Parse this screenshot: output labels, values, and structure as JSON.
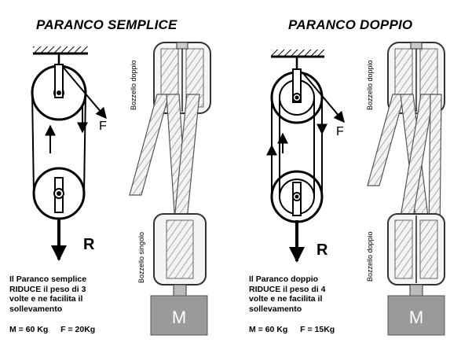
{
  "left": {
    "title": "PARANCO SEMPLICE",
    "force_label": "F",
    "load_label": "R",
    "block_top_label": "Bozzello doppio",
    "block_bottom_label": "Bozzello singolo",
    "mass_label": "M",
    "desc_line1": "Il Paranco semplice",
    "desc_bold": "RIDUCE",
    "desc_line2_rest": " il peso di 3",
    "desc_line3": "volte e ne facilita il",
    "desc_line4": "sollevamento",
    "formula_m": "M = 60 Kg",
    "formula_f": "F = 20Kg"
  },
  "right": {
    "title": "PARANCO DOPPIO",
    "force_label": "F",
    "load_label": "R",
    "block_top_label": "Bozzello doppio",
    "block_bottom_label": "Bozzello doppio",
    "mass_label": "M",
    "desc_line1": "Il Paranco doppio",
    "desc_bold": "RIDUCE",
    "desc_line2_rest": " il peso di 4",
    "desc_line3": "volte e ne facilita il",
    "desc_line4": "sollevamento",
    "formula_m": "M = 60 Kg",
    "formula_f": "F = 15Kg"
  }
}
